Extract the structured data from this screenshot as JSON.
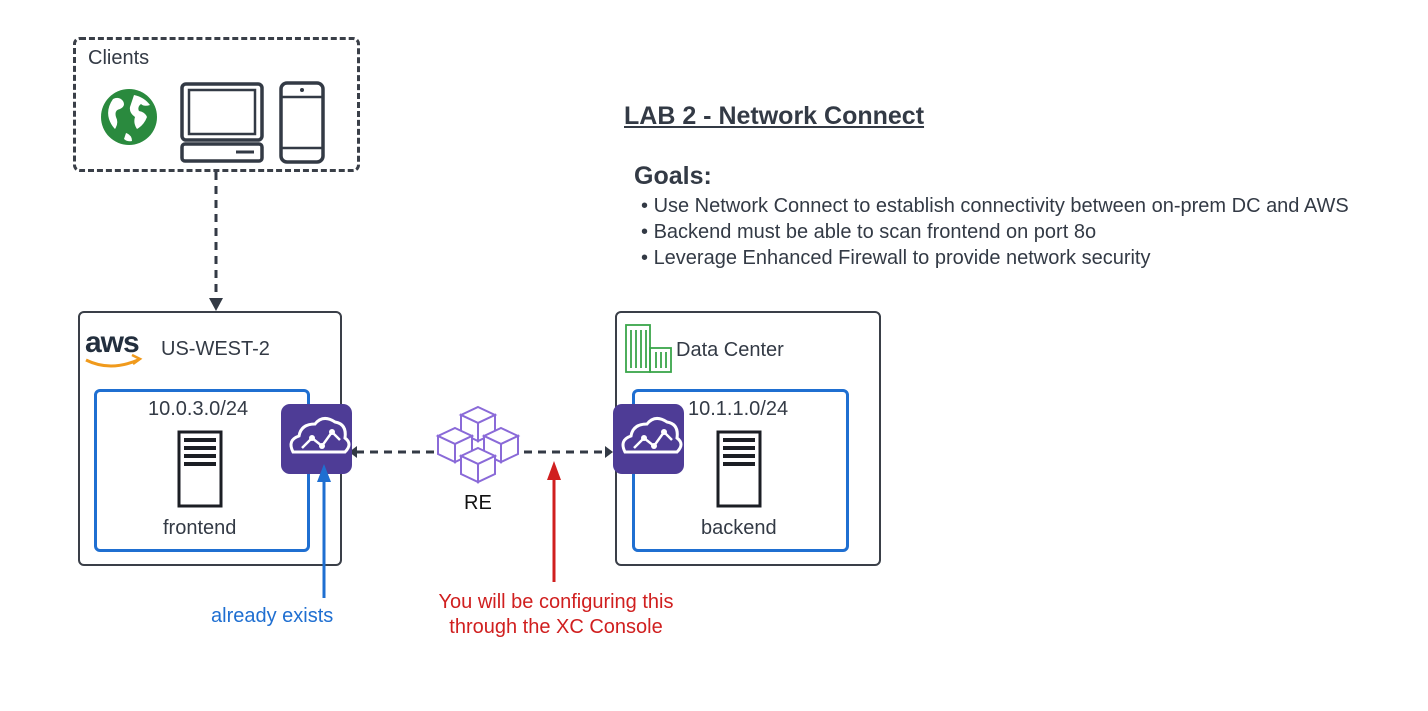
{
  "clients": {
    "label": "Clients",
    "icons": [
      "globe-icon",
      "desktop-computer-icon",
      "mobile-phone-icon"
    ]
  },
  "aws_region": {
    "logo_text": "aws",
    "name": "US-WEST-2",
    "subnet": "10.0.3.0/24",
    "server_label": "frontend"
  },
  "data_center": {
    "name": "Data Center",
    "subnet": "10.1.1.0/24",
    "server_label": "backend"
  },
  "re": {
    "label": "RE"
  },
  "heading": {
    "title": "LAB 2 - Network Connect",
    "goals_title": "Goals:",
    "goals": [
      "Use Network Connect to establish connectivity between on-prem DC and AWS",
      "Backend must be able to scan frontend on port 8o",
      "Leverage Enhanced Firewall to provide network security"
    ]
  },
  "annotations": {
    "existing": "already exists",
    "configuring": "You will be configuring this through the XC Console"
  },
  "colors": {
    "dark": "#333a45",
    "blue": "#1f6fd1",
    "red": "#d01f1f",
    "green": "#2a8a3e",
    "ce_purple": "#4e3c96",
    "re_purple": "#8a6ad8",
    "dc_green": "#3aa64a",
    "aws_orange": "#f09a1c"
  }
}
